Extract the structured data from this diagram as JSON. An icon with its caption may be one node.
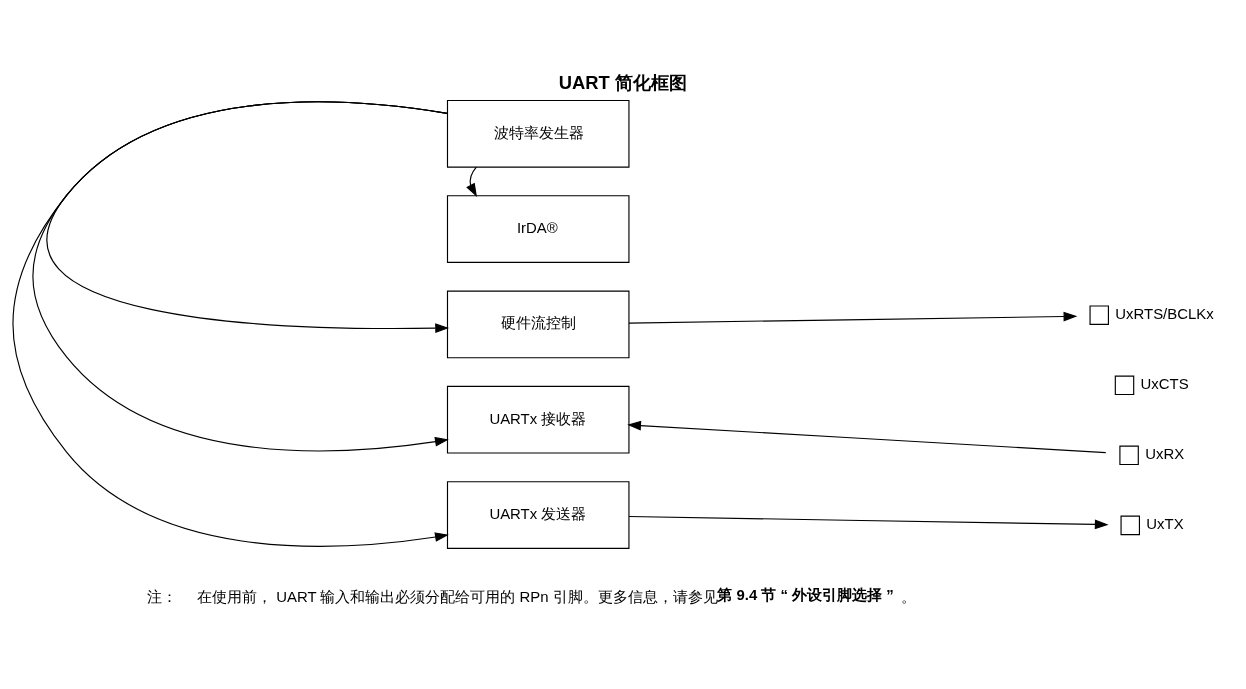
{
  "diagram": {
    "title": "UART 简化框图",
    "nodes": [
      {
        "text": [
          "波特率发生器"
        ]
      },
      {
        "text": [
          "IrDA®"
        ]
      },
      {
        "text": [
          "硬件流控制"
        ]
      },
      {
        "text": [
          "UARTx 接收器"
        ]
      },
      {
        "text": [
          "UARTx 发送器"
        ]
      },
      {
        "text": [
          "UxRTS/BCLKx"
        ]
      },
      {
        "text": [
          "UxCTS"
        ]
      },
      {
        "text": [
          "UxRX"
        ]
      },
      {
        "text": [
          "UxTX"
        ]
      }
    ],
    "edges": [
      {
        "from": 0,
        "to": 1,
        "arrow": "to"
      },
      {
        "from": 0,
        "to": 2,
        "arrow": "to"
      },
      {
        "from": 0,
        "to": 3,
        "arrow": "to"
      },
      {
        "from": 0,
        "to": 4,
        "arrow": "to"
      },
      {
        "from": 2,
        "to": 5,
        "arrow": "to"
      },
      {
        "from": 7,
        "to": 3,
        "arrow": "to"
      },
      {
        "from": 4,
        "to": 8,
        "arrow": "to"
      }
    ],
    "labels": [
      "注：",
      "在使用前， UART 输入和输出必须分配给可用的 RPn 引脚。更多信息，请参见**第 9.4 节 “ 外设引脚选择 ”**。"
    ]
  }
}
